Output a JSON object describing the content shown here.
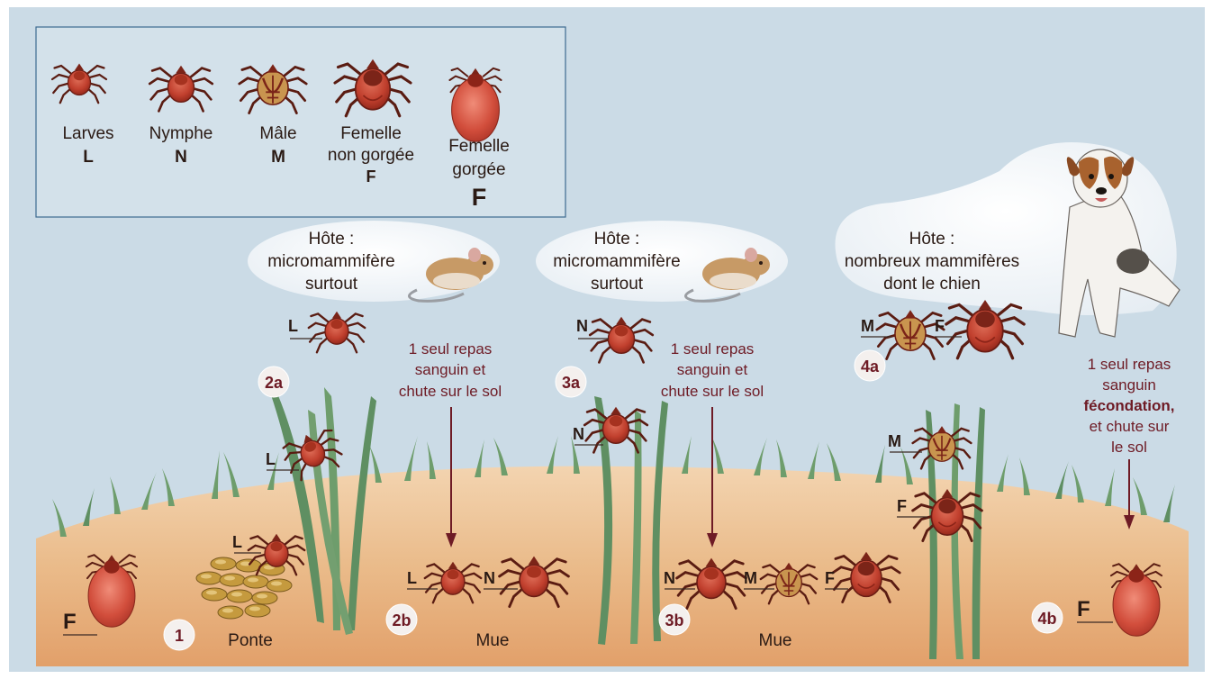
{
  "legend": {
    "items": [
      {
        "name": "Larves",
        "name2": "",
        "code": "L"
      },
      {
        "name": "Nymphe",
        "name2": "",
        "code": "N"
      },
      {
        "name": "Mâle",
        "name2": "",
        "code": "M"
      },
      {
        "name": "Femelle",
        "name2": "non gorgée",
        "code": "F"
      },
      {
        "name": "Femelle",
        "name2": "gorgée",
        "code": "F"
      }
    ]
  },
  "hosts": [
    {
      "line1": "Hôte :",
      "line2": "micromammifère",
      "line3": "surtout"
    },
    {
      "line1": "Hôte :",
      "line2": "micromammifère",
      "line3": "surtout"
    },
    {
      "line1": "Hôte :",
      "line2": "nombreux mammifères",
      "line3": "dont le chien"
    }
  ],
  "repas": [
    {
      "l1": "1 seul repas",
      "l2": "sanguin et",
      "l3": "chute sur le sol"
    },
    {
      "l1": "1 seul repas",
      "l2": "sanguin et",
      "l3": "chute sur le sol"
    }
  ],
  "repas4": {
    "l1": "1 seul repas",
    "l2": "sanguin",
    "l3": "fécondation,",
    "l4": "et chute sur",
    "l5": "le sol"
  },
  "steps": {
    "s1": "1",
    "s2a": "2a",
    "s2b": "2b",
    "s3a": "3a",
    "s3b": "3b",
    "s4a": "4a",
    "s4b": "4b"
  },
  "ground_labels": {
    "ponte": "Ponte",
    "mue1": "Mue",
    "mue2": "Mue"
  },
  "letters": {
    "L": "L",
    "N": "N",
    "M": "M",
    "F": "F"
  },
  "colors": {
    "sky": "#cbdbe6",
    "ground": "#e7b17e",
    "tick_body": "#b93a2c",
    "accent": "#6e1b25",
    "grass": "#5f8f62"
  }
}
